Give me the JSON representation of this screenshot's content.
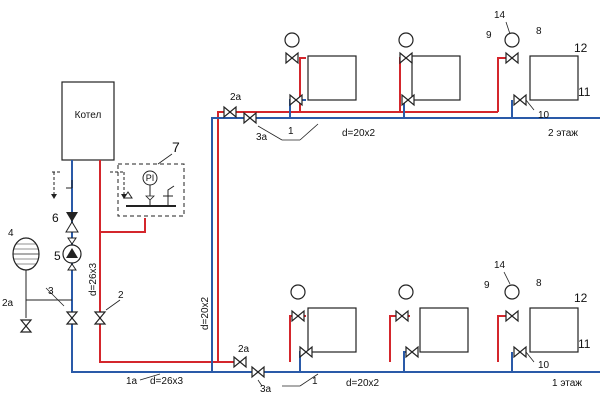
{
  "boiler": {
    "label": "Котел"
  },
  "floors": {
    "second": "2 этаж",
    "first": "1 этаж"
  },
  "pipe_sizes": {
    "upper_main": "d=20x2",
    "lower_main": "d=20x2",
    "bottom_return": "d=26x3",
    "riser": "d=20x2",
    "boiler_leg": "d=26x3"
  },
  "callouts": {
    "c1_top": "1",
    "c1_bottom": "1",
    "c1a": "1а",
    "c2": "2",
    "c2a_left": "2а",
    "c2a_upper": "2а",
    "c2a_lower": "2а",
    "c3": "3",
    "c3a_upper": "3а",
    "c3a_lower": "3а",
    "c4": "4",
    "c5": "5",
    "c6": "6",
    "c7": "7",
    "c8_top": "8",
    "c8_bottom": "8",
    "c9_top": "9",
    "c9_bottom": "9",
    "c10_top": "10",
    "c10_bottom": "10",
    "c11_top": "11",
    "c11_bottom": "11",
    "c12_top": "12",
    "c12_bottom": "12",
    "c14_top": "14",
    "c14_bottom": "14"
  },
  "gauge_label": "PI",
  "colors": {
    "supply": "#d4262c",
    "return": "#2a5aa8",
    "line": "#222222"
  }
}
